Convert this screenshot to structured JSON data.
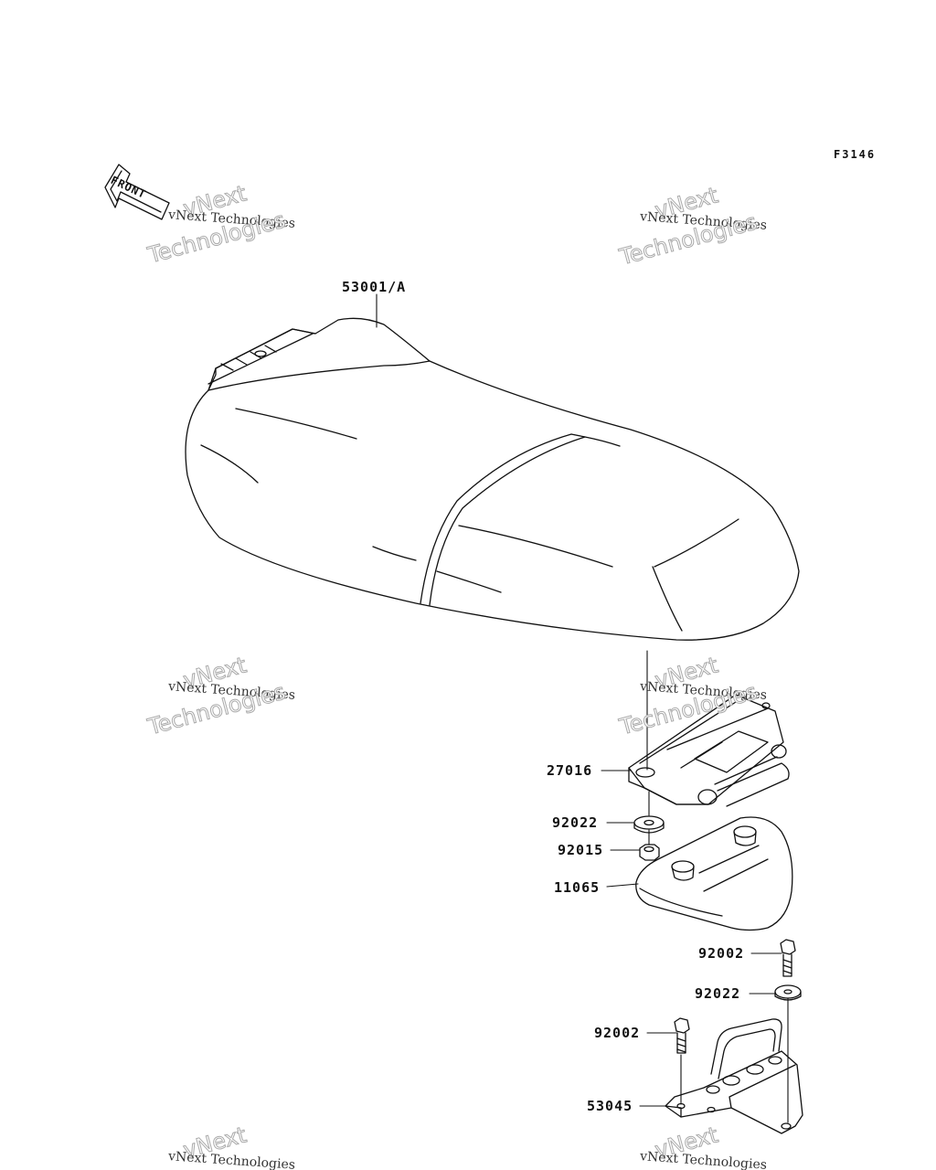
{
  "figure_code": "F3146",
  "front_label": "FRONT",
  "watermark": {
    "line1": "vNext",
    "line2": "vNext Technologies",
    "line3": "Technologies"
  },
  "parts": [
    {
      "number": "53001/A"
    },
    {
      "number": "27016"
    },
    {
      "number": "92022"
    },
    {
      "number": "92015"
    },
    {
      "number": "11065"
    },
    {
      "number": "92002"
    },
    {
      "number": "92022"
    },
    {
      "number": "92002"
    },
    {
      "number": "53045"
    }
  ]
}
